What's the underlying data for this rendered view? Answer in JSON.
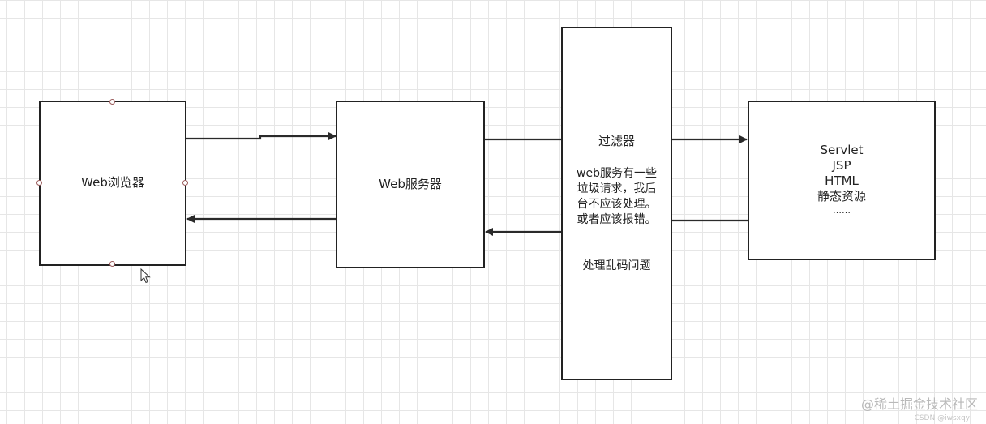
{
  "nodes": {
    "browser": {
      "label": "Web浏览器"
    },
    "server": {
      "label": "Web服务器"
    },
    "filter": {
      "title": "过滤器",
      "description_lines": [
        "web服务有一些",
        "垃圾请求，我后",
        "台不应该处理。",
        "或者应该报错。"
      ],
      "footer": "处理乱码问题"
    },
    "resources": {
      "lines": [
        "Servlet",
        "JSP",
        "HTML",
        "静态资源",
        "……"
      ]
    }
  },
  "watermark": {
    "main": "@稀土掘金技术社区",
    "sub": "CSDN @iwsxqy"
  },
  "colors": {
    "border": "#222222",
    "grid": "#e6e6e6",
    "handle": "#9b5c5c"
  }
}
